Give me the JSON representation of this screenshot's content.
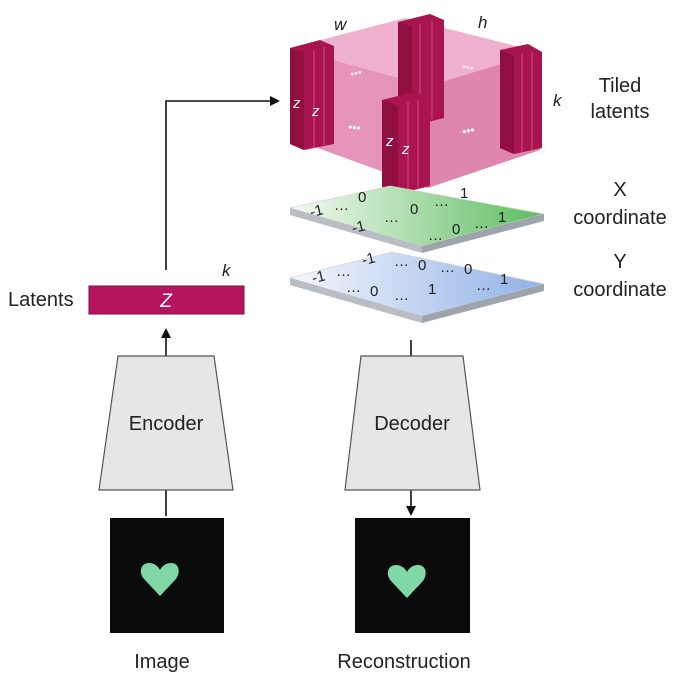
{
  "labels": {
    "w": "w",
    "h": "h",
    "k_tiled": "k",
    "tiled_line1": "Tiled",
    "tiled_line2": "latents",
    "z": "z",
    "dots": "•••",
    "x_line1": "X",
    "x_line2": "coordinate",
    "y_line1": "Y",
    "y_line2": "coordinate",
    "latents": "Latents",
    "latent_z": "Z",
    "latent_k": "k",
    "encoder": "Encoder",
    "decoder": "Decoder",
    "image": "Image",
    "reconstruction": "Reconstruction"
  },
  "grid_tokens": {
    "neg": "-1",
    "ell": "…",
    "zero": "0",
    "one": "1"
  },
  "colors": {
    "latent_bar": "#b5155f",
    "cube": "#e48bb4",
    "column": "#a8144e",
    "x_plane": "#6cc36d",
    "y_plane": "#9bb7e5",
    "box": "#e6e6e6",
    "heart": "#7fd8a6",
    "image_bg": "#0b0b0b"
  }
}
